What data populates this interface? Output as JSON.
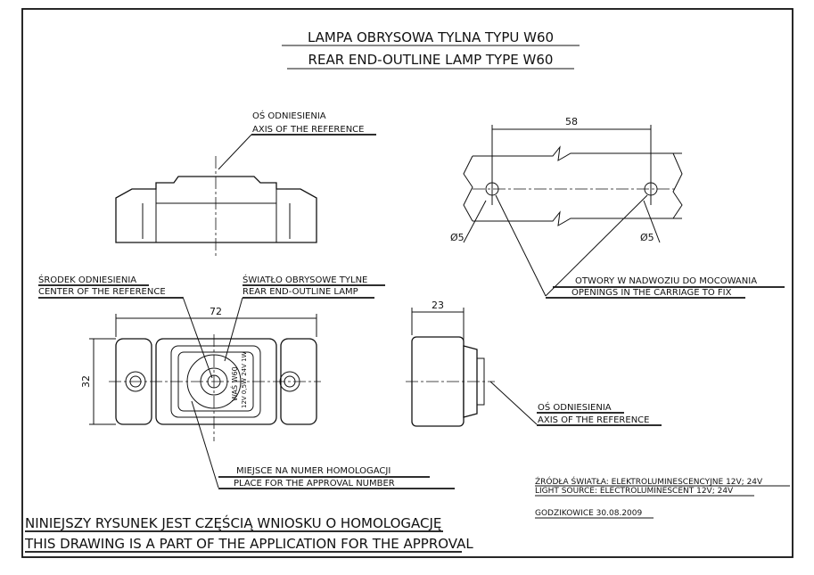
{
  "title": {
    "line_pl": "LAMPA  OBRYSOWA TYLNA TYPU W60",
    "line_en": "REAR END-OUTLINE  LAMP TYPE W60"
  },
  "labels": {
    "axis_top_pl": "OŚ ODNIESIENIA",
    "axis_top_en": "AXIS OF THE REFERENCE",
    "center_pl": "ŚRODEK ODNIESIENIA",
    "center_en": "CENTER OF THE REFERENCE",
    "lamp_pl": "ŚWIATŁO OBRYSOWE TYLNE",
    "lamp_en": "REAR END-OUTLINE LAMP",
    "holes_pl": "OTWORY W NADWOZIU DO MOCOWANIA",
    "holes_en": "OPENINGS IN THE CARRIAGE TO FIX",
    "axis_side_pl": "OŚ ODNIESIENIA",
    "axis_side_en": "AXIS OF THE REFERENCE",
    "homolog_pl": "MIEJSCE NA NUMER HOMOLOGACJI",
    "homolog_en": "PLACE FOR THE APPROVAL NUMBER",
    "lamp_marking_1": "WAŚ W60",
    "lamp_marking_2": "12V 0,5W 24V 1W"
  },
  "dimensions": {
    "hole_spacing": "58",
    "hole_dia_left": "Ø5",
    "hole_dia_right": "Ø5",
    "width": "72",
    "height": "32",
    "depth": "23"
  },
  "notes": {
    "source_pl": "ŹRÓDŁA ŚWIATŁA: ELEKTROLUMINESCENCYJNE 12V; 24V",
    "source_en": "LIGHT SOURCE: ELECTROLUMINESCENT  12V; 24V",
    "place_date": "GODZIKOWICE 30.08.2009",
    "statement_pl": "NINIEJSZY RYSUNEK JEST CZĘŚCIĄ WNIOSKU O  HOMOLOGACJĘ",
    "statement_en": "THIS DRAWING IS A PART OF THE APPLICATION FOR THE APPROVAL"
  }
}
